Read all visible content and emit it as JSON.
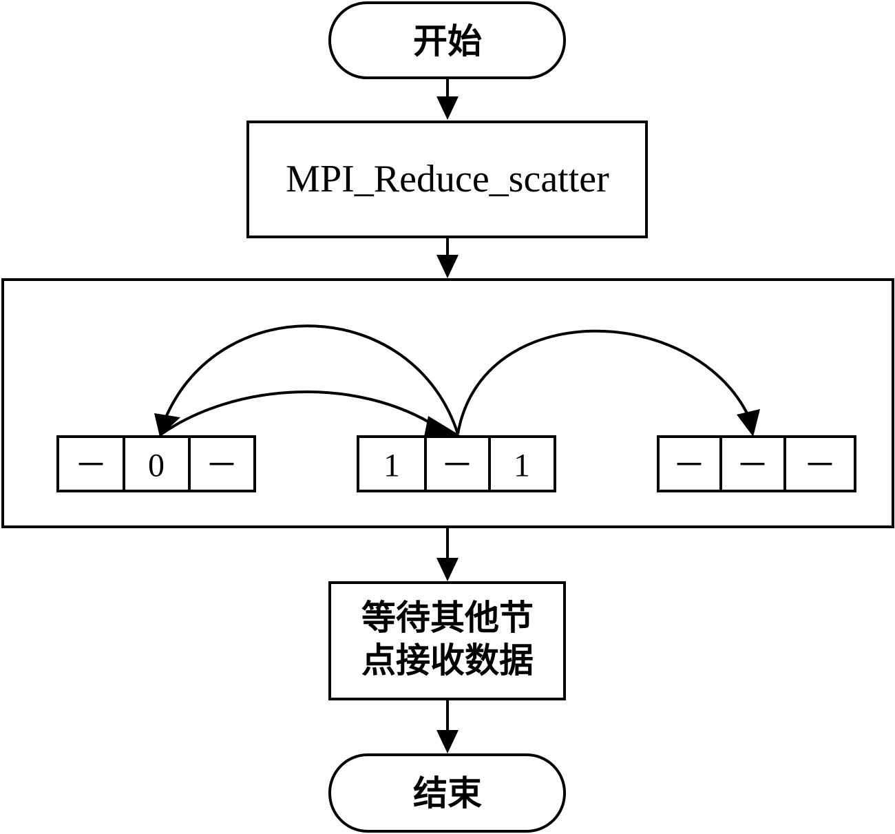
{
  "nodes": {
    "start": {
      "label": "开始"
    },
    "reduce_scatter": {
      "label": "MPI_Reduce_scatter"
    },
    "wait": {
      "lines": [
        "等待其他节",
        "点接收数据"
      ]
    },
    "end": {
      "label": "结束"
    }
  },
  "arrays": [
    {
      "cells": [
        "－",
        "0",
        "－"
      ]
    },
    {
      "cells": [
        "1",
        "－",
        "1"
      ]
    },
    {
      "cells": [
        "－",
        "－",
        "－"
      ]
    }
  ],
  "colors": {
    "stroke": "#000000",
    "background": "#ffffff"
  }
}
